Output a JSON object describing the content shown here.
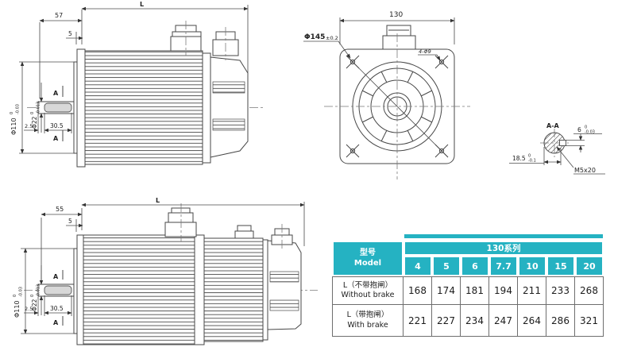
{
  "colors": {
    "header_teal": "#25b2c2",
    "drawing_line": "#474747",
    "keyway_fill": "#d8d8d8",
    "table_border": "#6e6e6e"
  },
  "side_view_top": {
    "dim_front": "57",
    "dim_flange": "5",
    "dim_length": "L",
    "dim_pilot": {
      "v": "Φ110",
      "up": "0",
      "lo": "-0.03"
    },
    "dim_shaft": {
      "v": "Φ22",
      "up": "0",
      "lo": "-0.013"
    },
    "dim_key_offset": "2.5",
    "dim_key_len": "30.5",
    "section_label_top": "A",
    "section_label_bottom": "A"
  },
  "front_view": {
    "dim_width": "130",
    "bolt_circle": "Φ145",
    "bolt_circle_tol": "±0.2",
    "holes": "4-Φ9"
  },
  "section_view": {
    "title": "A-A",
    "key_width": {
      "v": "6",
      "up": "0",
      "lo": "-0.03"
    },
    "key_depth": {
      "v": "18.5",
      "up": "0",
      "lo": "-0.1"
    },
    "thread": "M5x20"
  },
  "side_view_bottom": {
    "dim_front": "55",
    "dim_flange": "5",
    "dim_length": "L",
    "dim_pilot": {
      "v": "Φ110",
      "up": "0",
      "lo": "-0.03"
    },
    "dim_shaft": {
      "v": "Φ22",
      "up": "0",
      "lo": "-0.013"
    },
    "dim_key_offset": "2.5",
    "dim_key_len": "30.5",
    "section_label_top": "A",
    "section_label_bottom": "A"
  },
  "table": {
    "model_cn": "型号",
    "model_en": "Model",
    "series_title": "130系列",
    "cols": [
      "4",
      "5",
      "6",
      "7.7",
      "10",
      "15",
      "20"
    ],
    "rows": [
      {
        "cn": "L（不带抱闸）",
        "en": "Without brake",
        "values": [
          "168",
          "174",
          "181",
          "194",
          "211",
          "233",
          "268"
        ]
      },
      {
        "cn": "L（带抱闸）",
        "en": "With brake",
        "values": [
          "221",
          "227",
          "234",
          "247",
          "264",
          "286",
          "321"
        ]
      }
    ]
  },
  "chart_data": {
    "type": "table",
    "title": "130系列 motor length L by power",
    "categories": [
      "4",
      "5",
      "6",
      "7.7",
      "10",
      "15",
      "20"
    ],
    "series": [
      {
        "name": "L Without brake 不带抱闸",
        "values": [
          168,
          174,
          181,
          194,
          211,
          233,
          268
        ]
      },
      {
        "name": "L With brake 带抱闸",
        "values": [
          221,
          227,
          234,
          247,
          264,
          286,
          321
        ]
      }
    ]
  }
}
